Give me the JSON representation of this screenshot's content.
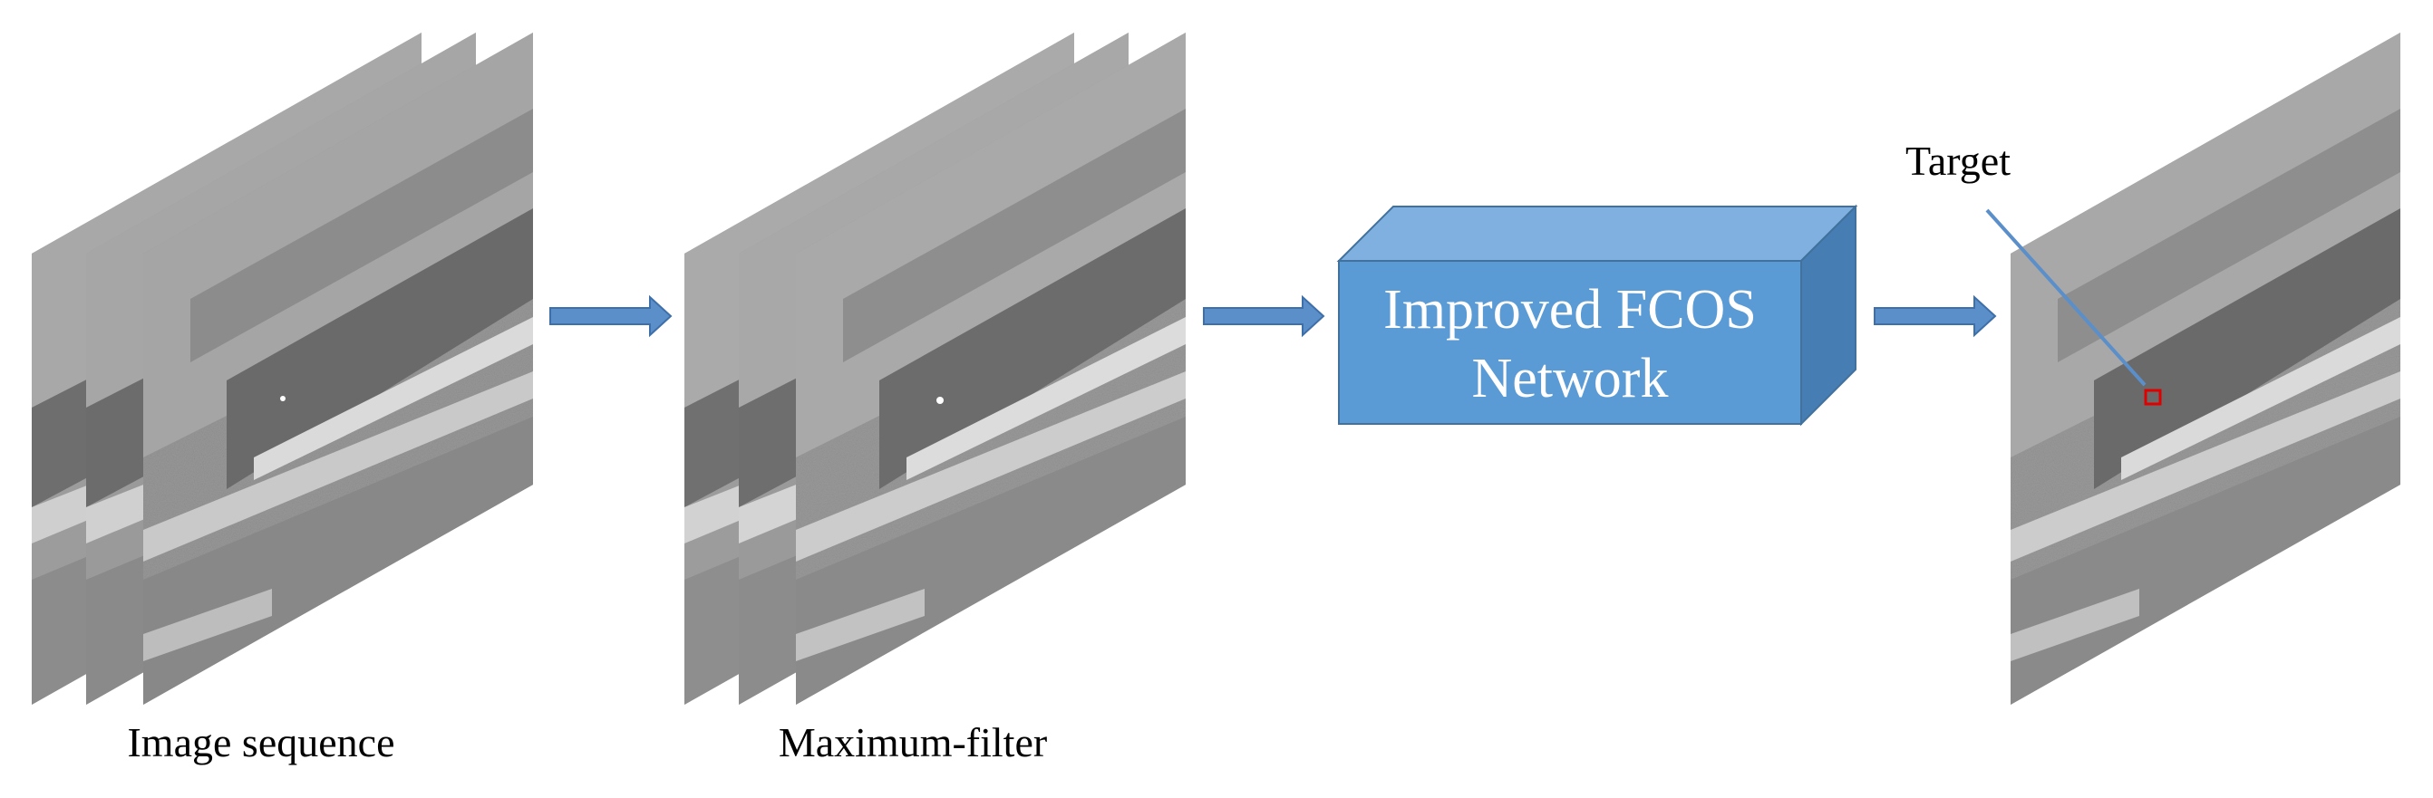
{
  "labels": {
    "image_sequence": "Image sequence",
    "maximum_filter": "Maximum-filter",
    "network_line1": "Improved FCOS",
    "network_line2": "Network",
    "target": "Target"
  },
  "colors": {
    "arrow_fill": "#5B8FC9",
    "arrow_stroke": "#3E6FA8",
    "box_front": "#5B9BD5",
    "box_top": "#7FB0E0",
    "box_side": "#467DB3",
    "box_edge": "#41719C",
    "target_box": "#E00000",
    "text": "#000000",
    "box_text": "#FFFFFF"
  },
  "icons": [
    "right-arrow-icon",
    "cube-icon",
    "image-frame-icon"
  ]
}
